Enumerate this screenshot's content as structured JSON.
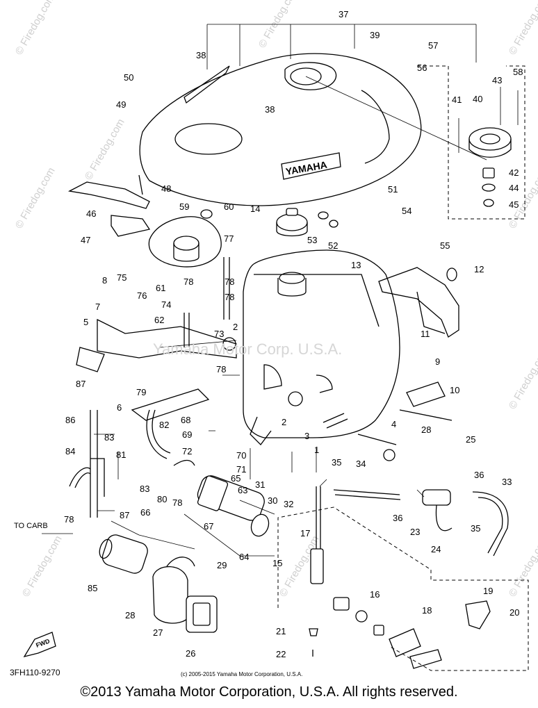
{
  "watermark": "© Firedog.com",
  "tank_logo": "YAMAHA",
  "ghost_text": "Yamaha Motor Corp. U.S.A.",
  "diagram_code": "3FH110-9270",
  "small_copyright": "(c) 2005-2015 Yamaha Motor Corporation, U.S.A.",
  "copyright": "©2013 Yamaha Motor Corporation, U.S.A. All rights reserved.",
  "to_carb": "TO CARB",
  "fwd_label": "FWD",
  "callouts": [
    "1",
    "2",
    "2",
    "3",
    "4",
    "5",
    "6",
    "7",
    "8",
    "9",
    "10",
    "11",
    "12",
    "13",
    "14",
    "15",
    "16",
    "17",
    "18",
    "19",
    "20",
    "21",
    "22",
    "23",
    "24",
    "25",
    "26",
    "27",
    "28",
    "28",
    "29",
    "30",
    "31",
    "32",
    "33",
    "34",
    "35",
    "35",
    "36",
    "36",
    "37",
    "38",
    "38",
    "39",
    "40",
    "41",
    "42",
    "43",
    "44",
    "45",
    "46",
    "47",
    "48",
    "49",
    "50",
    "51",
    "52",
    "53",
    "54",
    "55",
    "56",
    "57",
    "58",
    "59",
    "60",
    "61",
    "62",
    "63",
    "64",
    "65",
    "66",
    "67",
    "68",
    "69",
    "70",
    "71",
    "72",
    "73",
    "74",
    "75",
    "76",
    "77",
    "78",
    "78",
    "78",
    "78",
    "78",
    "78",
    "79",
    "80",
    "81",
    "82",
    "83",
    "83",
    "84",
    "85",
    "86",
    "87",
    "87"
  ]
}
